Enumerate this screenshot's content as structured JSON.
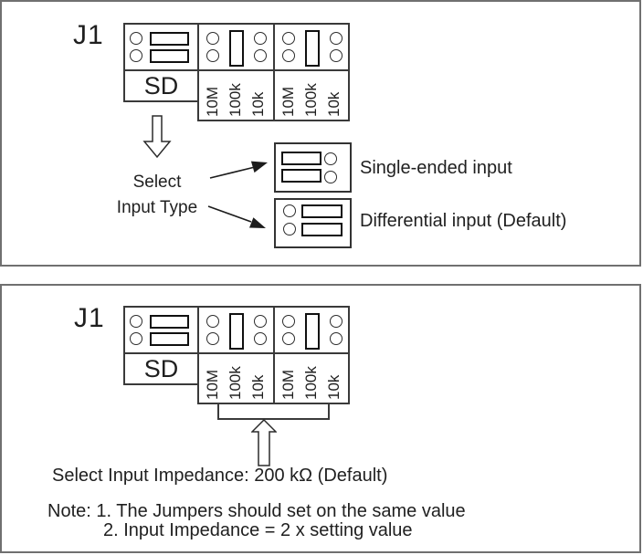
{
  "panels": {
    "input_type": {
      "connector_label": "J1",
      "sd_label": "SD",
      "resistor_labels": [
        "10M",
        "100k",
        "10k"
      ],
      "callout": {
        "line1": "Select",
        "line2": "Input Type"
      },
      "options": [
        {
          "label": "Single-ended input"
        },
        {
          "label": "Differential input (Default)"
        }
      ]
    },
    "impedance": {
      "connector_label": "J1",
      "sd_label": "SD",
      "resistor_labels": [
        "10M",
        "100k",
        "10k"
      ],
      "caption": "Select Input Impedance: 200 kΩ (Default)",
      "notes": [
        "Note: 1. The Jumpers should set on the same value",
        "2. Input Impedance = 2 x setting value"
      ]
    }
  },
  "icons": {
    "down_arrow": "hollow-down-arrow",
    "up_arrow": "hollow-up-arrow",
    "option_pointers": "solid-right-arrows"
  },
  "colors": {
    "background": "#ffffff",
    "panel_border": "#707070",
    "diagram_line": "#3a3a3a",
    "jumper_cap": "#101010",
    "text": "#1f1f1f"
  }
}
